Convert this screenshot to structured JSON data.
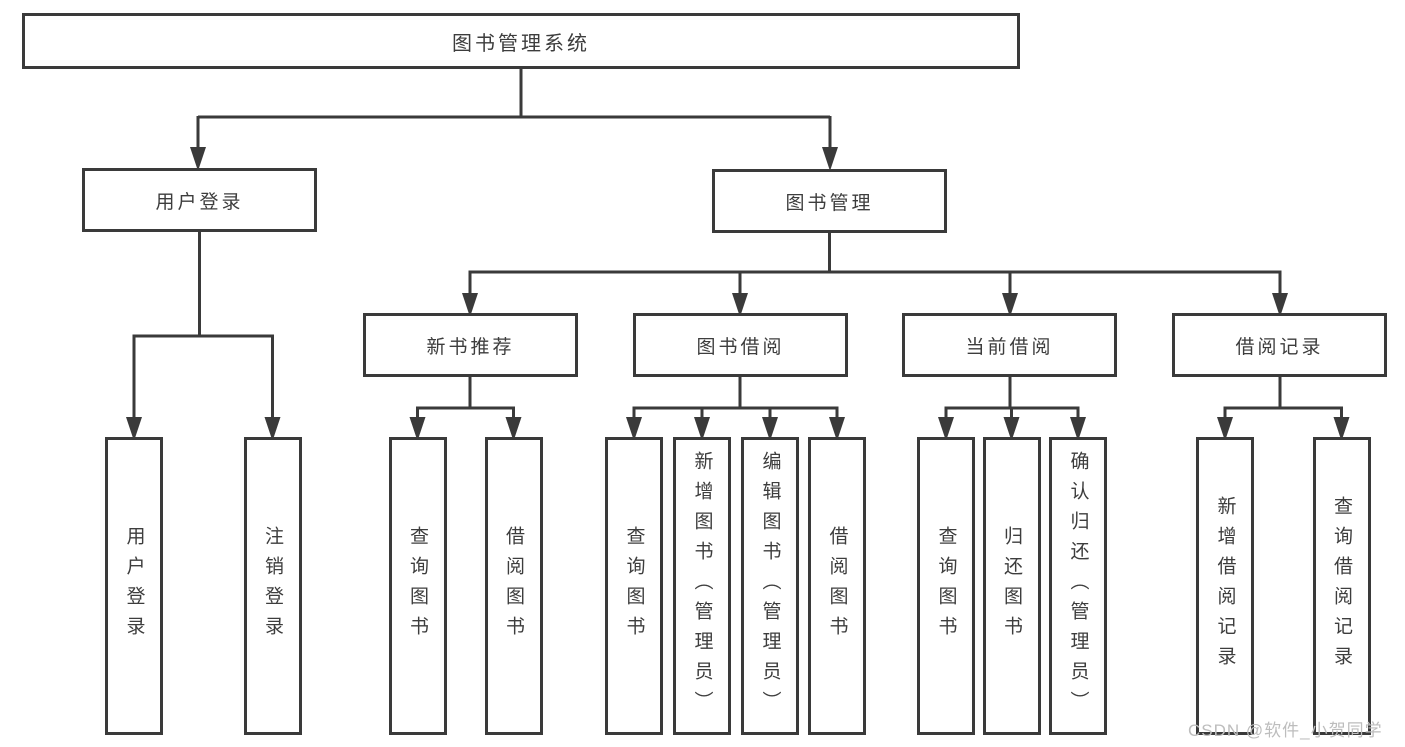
{
  "tree": {
    "root": {
      "label": "图书管理系统",
      "children": [
        {
          "label": "用户登录",
          "children": [
            {
              "label": "用户登录"
            },
            {
              "label": "注销登录"
            }
          ]
        },
        {
          "label": "图书管理",
          "children": [
            {
              "label": "新书推荐",
              "children": [
                {
                  "label": "查询图书"
                },
                {
                  "label": "借阅图书"
                }
              ]
            },
            {
              "label": "图书借阅",
              "children": [
                {
                  "label": "查询图书"
                },
                {
                  "label": "新增图书（管理员）"
                },
                {
                  "label": "编辑图书（管理员）"
                },
                {
                  "label": "借阅图书"
                }
              ]
            },
            {
              "label": "当前借阅",
              "children": [
                {
                  "label": "查询图书"
                },
                {
                  "label": "归还图书"
                },
                {
                  "label": "确认归还（管理员）"
                }
              ]
            },
            {
              "label": "借阅记录",
              "children": [
                {
                  "label": "新增借阅记录"
                },
                {
                  "label": "查询借阅记录"
                }
              ]
            }
          ]
        }
      ]
    }
  },
  "watermark": {
    "text": "CSDN @软件_小贺同学"
  },
  "colors": {
    "line": "#3a3a3a",
    "text": "#3d3d3d",
    "background": "#ffffff",
    "watermark": "#bdbdbd"
  }
}
